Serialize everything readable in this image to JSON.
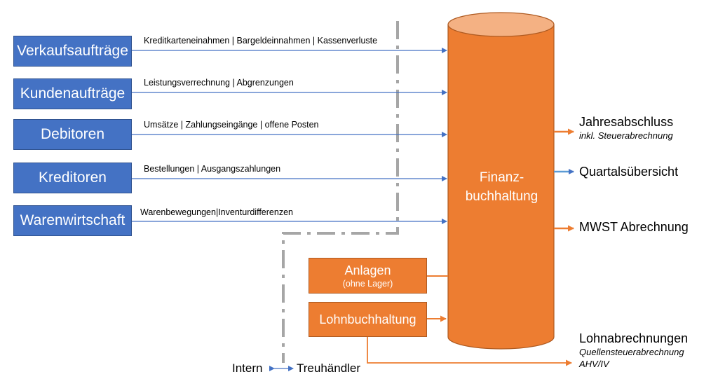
{
  "sources": [
    {
      "name": "Verkaufsaufträge",
      "flow": "Kreditkarteneinahmen | Bargeldeinnahmen | Kassenverluste"
    },
    {
      "name": "Kundenaufträge",
      "flow": "Leistungsverrechnung | Abgrenzungen"
    },
    {
      "name": "Debitoren",
      "flow": "Umsätze | Zahlungseingänge | offene Posten"
    },
    {
      "name": "Kreditoren",
      "flow": "Bestellungen | Ausgangszahlungen"
    },
    {
      "name": "Warenwirtschaft",
      "flow": "Warenbewegungen|Inventurdifferenzen"
    }
  ],
  "center": {
    "line1": "Finanz-",
    "line2": "buchhaltung"
  },
  "sub_ledgers": {
    "anlagen": {
      "name": "Anlagen",
      "note": "(ohne Lager)"
    },
    "lohn": {
      "name": "Lohnbuchhaltung"
    }
  },
  "outputs": {
    "jahresabschluss": {
      "title": "Jahresabschluss",
      "sub": "inkl. Steuerabrechnung"
    },
    "quartal": {
      "title": "Quartalsübersicht"
    },
    "mwst": {
      "title": "MWST Abrechnung"
    },
    "lohnabrechnungen": {
      "title": "Lohnabrechnungen",
      "sub1": "Quellensteuerabrechnung",
      "sub2": "AHV/IV"
    }
  },
  "boundary": {
    "left": "Intern",
    "right": "Treuhändler"
  },
  "colors": {
    "blue": "#4472c4",
    "orange": "#ed7d31",
    "cylinder_top": "#f4b183",
    "boundary": "#a6a6a6"
  }
}
